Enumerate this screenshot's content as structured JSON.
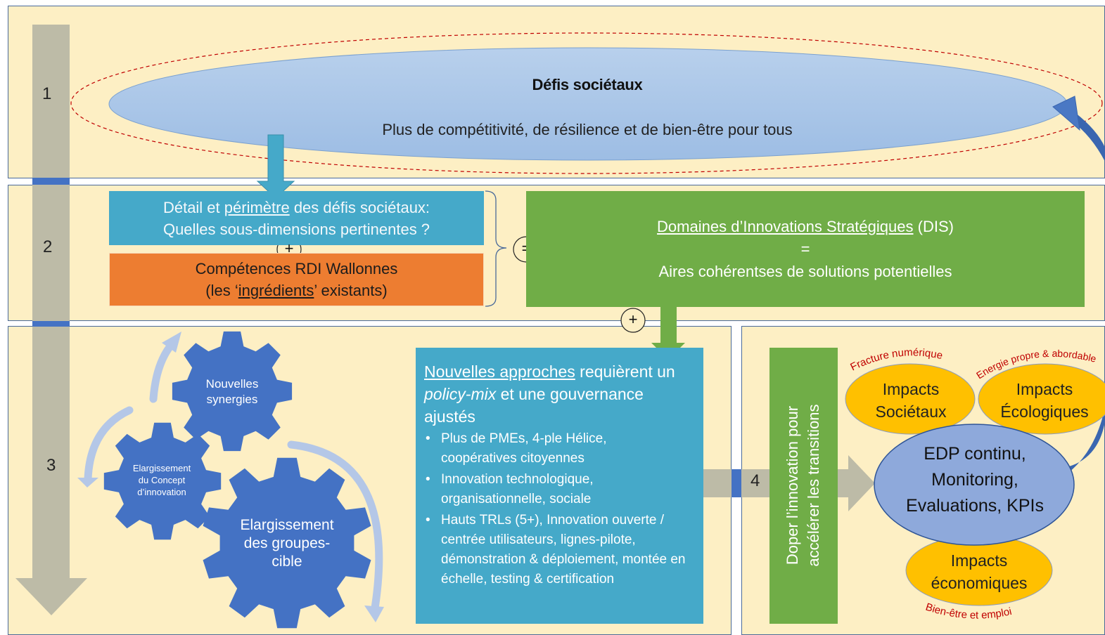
{
  "row1": {
    "number": "1",
    "title": "Défis sociétaux",
    "subtitle": "Plus de compétitivité, de résilience et de bien-être pour tous"
  },
  "row2": {
    "number": "2",
    "perimetre": {
      "line1_a": "Détail et ",
      "line1_u": "périmètre",
      "line1_b": " des défis sociétaux:",
      "line2": "Quelles sous-dimensions pertinentes ?"
    },
    "plus": "+",
    "competences": {
      "line1": "Compétences RDI Wallonnes",
      "line2_a": "(les ‘",
      "line2_u": "ingrédients",
      "line2_b": "’ existants)"
    },
    "equals": "=",
    "dis": {
      "line1_u": "Domaines d’Innovations Stratégiques",
      "line1_b": " (DIS)",
      "line2": "=",
      "line3": "Aires cohérentses de solutions potentielles"
    }
  },
  "row3": {
    "number": "3",
    "plus": "+",
    "gears": {
      "top_l1": "Nouvelles",
      "top_l2": "synergies",
      "left_l1": "Elargissement",
      "left_l2": "du Concept",
      "left_l3": "d’innovation",
      "big_l1": "Elargissement",
      "big_l2": "des groupes-",
      "big_l3": "cible"
    },
    "approaches": {
      "title_u": "Nouvelles approches",
      "title_a": " requièrent un",
      "title_i": "policy-mix",
      "title_b": " et une gouvernance",
      "title_c": "ajustés",
      "bullets": [
        "Plus de PMEs, 4-ple Hélice, coopératives citoyennes",
        "Innovation technologique, organisationnelle, sociale",
        "Hauts TRLs (5+), Innovation ouverte / centrée utilisateurs, lignes-pilote, démonstration & déploiement, montée en échelle, testing & certification"
      ]
    }
  },
  "row4": {
    "number": "4",
    "vertical_l1": "Doper l’innovation pour",
    "vertical_l2": "accélérer les transitions",
    "societal": {
      "l1": "Impacts",
      "l2": "Sociétaux",
      "arc": "Fracture numérique"
    },
    "ecological": {
      "l1": "Impacts",
      "l2": "Écologiques",
      "arc": "Energie propre & abordable"
    },
    "center": {
      "l1": "EDP continu,",
      "l2": "Monitoring,",
      "l3": "Evaluations, KPIs"
    },
    "economic": {
      "l1": "Impacts",
      "l2": "économiques",
      "arc": "Bien-être et emploi"
    }
  },
  "colors": {
    "panel_bg": "#fdefc4",
    "panel_border": "#4a6a9a",
    "ellipse_blue": "#a9c5e6",
    "teal": "#45a9c9",
    "orange": "#ed7d31",
    "green": "#70ad47",
    "gear_blue": "#4472c4",
    "impact_yellow": "#ffc000",
    "center_blue": "#8ea9db",
    "grey_arrow": "#bdbba7",
    "arc_red": "#c00000"
  }
}
